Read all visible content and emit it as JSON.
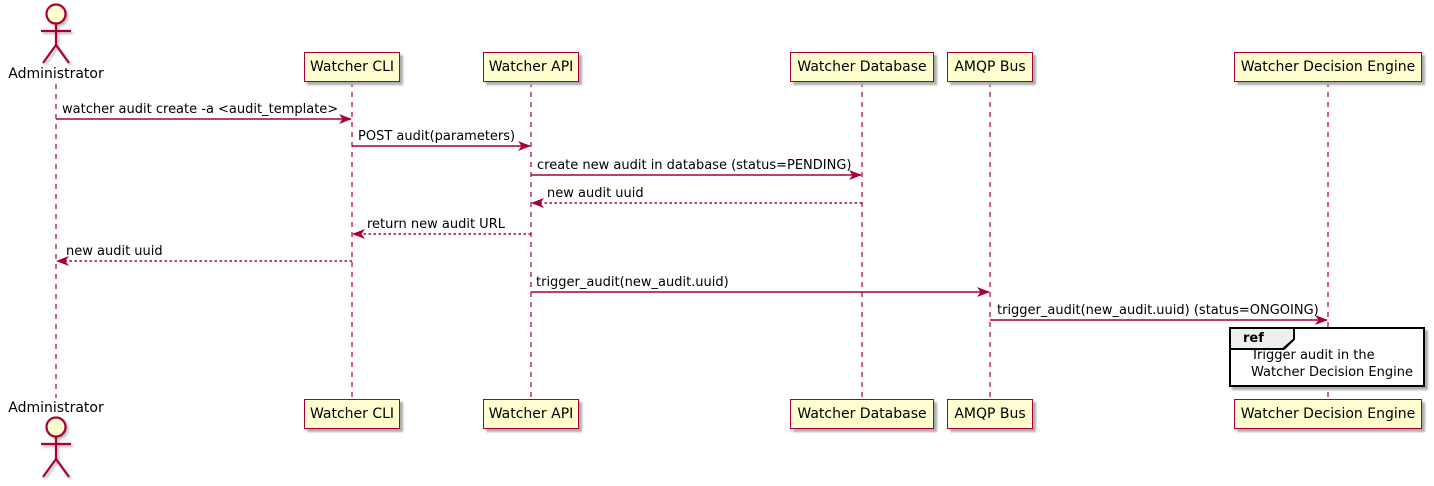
{
  "diagram_type": "uml-sequence",
  "colors": {
    "participant_fill": "#FEFECE",
    "participant_border": "#A80036",
    "arrow": "#A80036",
    "lifeline": "#A80036",
    "text": "#000000",
    "ref_fill": "#FFFFFF",
    "ref_border": "#000000",
    "ref_tab_fill": "#EEEEEE"
  },
  "actor": {
    "name": "Administrator"
  },
  "participants": [
    {
      "name": "Watcher CLI"
    },
    {
      "name": "Watcher API"
    },
    {
      "name": "Watcher Database"
    },
    {
      "name": "AMQP Bus"
    },
    {
      "name": "Watcher Decision Engine"
    }
  ],
  "messages": [
    {
      "label": "watcher audit create -a <audit_template>",
      "from": "Administrator",
      "to": "Watcher CLI",
      "line": "solid"
    },
    {
      "label": "POST audit(parameters)",
      "from": "Watcher CLI",
      "to": "Watcher API",
      "line": "solid"
    },
    {
      "label": "create new audit in database (status=PENDING)",
      "from": "Watcher API",
      "to": "Watcher Database",
      "line": "solid"
    },
    {
      "label": "new audit uuid",
      "from": "Watcher Database",
      "to": "Watcher API",
      "line": "dashed"
    },
    {
      "label": "return new audit URL",
      "from": "Watcher API",
      "to": "Watcher CLI",
      "line": "dashed"
    },
    {
      "label": "new audit uuid",
      "from": "Watcher CLI",
      "to": "Administrator",
      "line": "dashed"
    },
    {
      "label": "trigger_audit(new_audit.uuid)",
      "from": "Watcher API",
      "to": "AMQP Bus",
      "line": "solid"
    },
    {
      "label": "trigger_audit(new_audit.uuid) (status=ONGOING)",
      "from": "AMQP Bus",
      "to": "Watcher Decision Engine",
      "line": "solid"
    }
  ],
  "ref": {
    "keyword": "ref",
    "lines": [
      "Trigger audit in the",
      "Watcher Decision Engine"
    ]
  }
}
